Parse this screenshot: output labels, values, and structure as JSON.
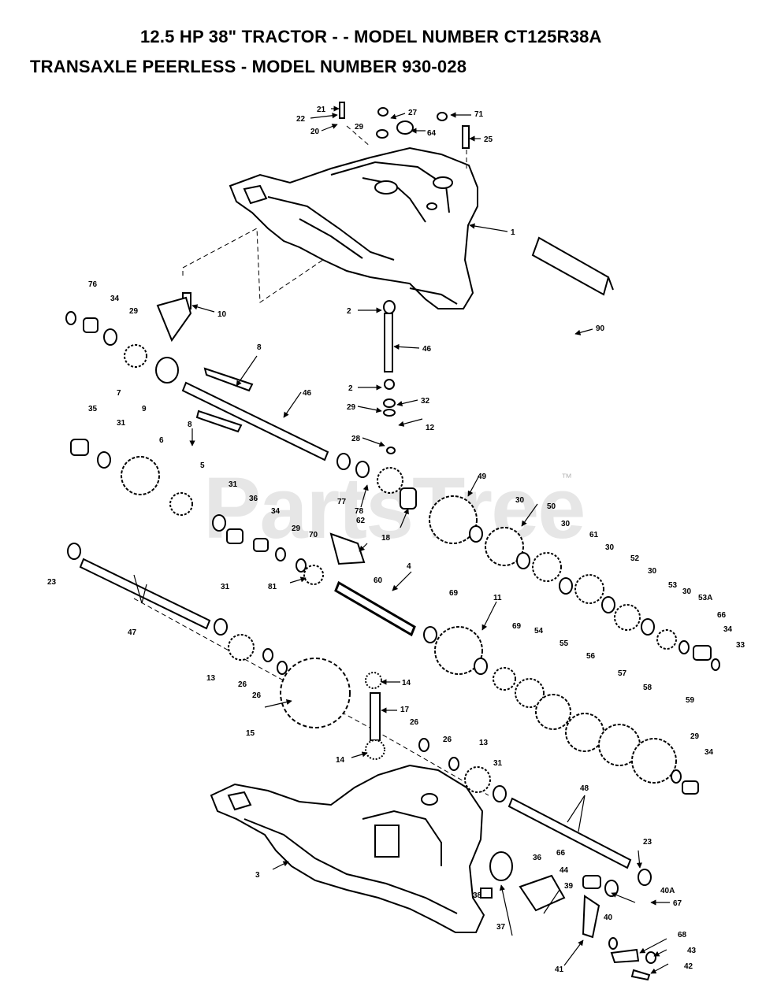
{
  "title_line1": "12.5 HP 38\" TRACTOR - - MODEL NUMBER CT125R38A",
  "title_line2": "TRANSAXLE PEERLESS - MODEL NUMBER 930-028",
  "watermark": "PartsTree",
  "watermark_tm": "™",
  "part_labels": [
    {
      "id": "p21",
      "text": "21"
    },
    {
      "id": "p22",
      "text": "22"
    },
    {
      "id": "p20",
      "text": "20"
    },
    {
      "id": "p27",
      "text": "27"
    },
    {
      "id": "p29a",
      "text": "29"
    },
    {
      "id": "p64a",
      "text": "64"
    },
    {
      "id": "p71",
      "text": "71"
    },
    {
      "id": "p25",
      "text": "25"
    },
    {
      "id": "p1",
      "text": "1"
    },
    {
      "id": "p76a",
      "text": "76"
    },
    {
      "id": "p34a",
      "text": "34"
    },
    {
      "id": "p29b",
      "text": "29"
    },
    {
      "id": "p10",
      "text": "10"
    },
    {
      "id": "p2a",
      "text": "2"
    },
    {
      "id": "p46a",
      "text": "46"
    },
    {
      "id": "p90",
      "text": "90"
    },
    {
      "id": "p8a",
      "text": "8"
    },
    {
      "id": "p7",
      "text": "7"
    },
    {
      "id": "p9",
      "text": "9"
    },
    {
      "id": "p46b",
      "text": "46"
    },
    {
      "id": "p2b",
      "text": "2"
    },
    {
      "id": "p29c",
      "text": "29"
    },
    {
      "id": "p32",
      "text": "32"
    },
    {
      "id": "p35",
      "text": "35"
    },
    {
      "id": "p31a",
      "text": "31"
    },
    {
      "id": "p6",
      "text": "6"
    },
    {
      "id": "p8b",
      "text": "8"
    },
    {
      "id": "p28",
      "text": "28"
    },
    {
      "id": "p12",
      "text": "12"
    },
    {
      "id": "p5",
      "text": "5"
    },
    {
      "id": "p31b",
      "text": "31"
    },
    {
      "id": "p77",
      "text": "77"
    },
    {
      "id": "p78",
      "text": "78"
    },
    {
      "id": "p62a",
      "text": "62"
    },
    {
      "id": "p18",
      "text": "18"
    },
    {
      "id": "p49",
      "text": "49"
    },
    {
      "id": "p30a",
      "text": "30"
    },
    {
      "id": "p50",
      "text": "50"
    },
    {
      "id": "p36a",
      "text": "36"
    },
    {
      "id": "p34b",
      "text": "34"
    },
    {
      "id": "p29d",
      "text": "29"
    },
    {
      "id": "p70",
      "text": "70"
    },
    {
      "id": "p30b",
      "text": "30"
    },
    {
      "id": "p61",
      "text": "61"
    },
    {
      "id": "p30c",
      "text": "30"
    },
    {
      "id": "p52",
      "text": "52"
    },
    {
      "id": "p30d",
      "text": "30"
    },
    {
      "id": "p53",
      "text": "53"
    },
    {
      "id": "p30e",
      "text": "30"
    },
    {
      "id": "p53A",
      "text": "53A"
    },
    {
      "id": "p66a",
      "text": "66"
    },
    {
      "id": "p34c",
      "text": "34"
    },
    {
      "id": "p33",
      "text": "33"
    },
    {
      "id": "p23a",
      "text": "23"
    },
    {
      "id": "p81",
      "text": "81"
    },
    {
      "id": "p60",
      "text": "60"
    },
    {
      "id": "p4",
      "text": "4"
    },
    {
      "id": "p31c",
      "text": "31"
    },
    {
      "id": "p69a",
      "text": "69"
    },
    {
      "id": "p11",
      "text": "11"
    },
    {
      "id": "p47",
      "text": "47"
    },
    {
      "id": "p69b",
      "text": "69"
    },
    {
      "id": "p54",
      "text": "54"
    },
    {
      "id": "p55",
      "text": "55"
    },
    {
      "id": "p56",
      "text": "56"
    },
    {
      "id": "p13a",
      "text": "13"
    },
    {
      "id": "p26a",
      "text": "26"
    },
    {
      "id": "p26b",
      "text": "26"
    },
    {
      "id": "p14a",
      "text": "14"
    },
    {
      "id": "p57",
      "text": "57"
    },
    {
      "id": "p58",
      "text": "58"
    },
    {
      "id": "p17",
      "text": "17"
    },
    {
      "id": "p15",
      "text": "15"
    },
    {
      "id": "p26c",
      "text": "26"
    },
    {
      "id": "p59",
      "text": "59"
    },
    {
      "id": "p26d",
      "text": "26"
    },
    {
      "id": "p13b",
      "text": "13"
    },
    {
      "id": "p29e",
      "text": "29"
    },
    {
      "id": "p14b",
      "text": "14"
    },
    {
      "id": "p34d",
      "text": "34"
    },
    {
      "id": "p31d",
      "text": "31"
    },
    {
      "id": "p48",
      "text": "48"
    },
    {
      "id": "p3",
      "text": "3"
    },
    {
      "id": "p23b",
      "text": "23"
    },
    {
      "id": "p36b",
      "text": "36"
    },
    {
      "id": "p66b",
      "text": "66"
    },
    {
      "id": "p44",
      "text": "44"
    },
    {
      "id": "p40A",
      "text": "40A"
    },
    {
      "id": "p39",
      "text": "39"
    },
    {
      "id": "p38",
      "text": "38"
    },
    {
      "id": "p67",
      "text": "67"
    },
    {
      "id": "p37",
      "text": "37"
    },
    {
      "id": "p40",
      "text": "40"
    },
    {
      "id": "p68",
      "text": "68"
    },
    {
      "id": "p43",
      "text": "43"
    },
    {
      "id": "p41",
      "text": "41"
    },
    {
      "id": "p42",
      "text": "42"
    }
  ]
}
